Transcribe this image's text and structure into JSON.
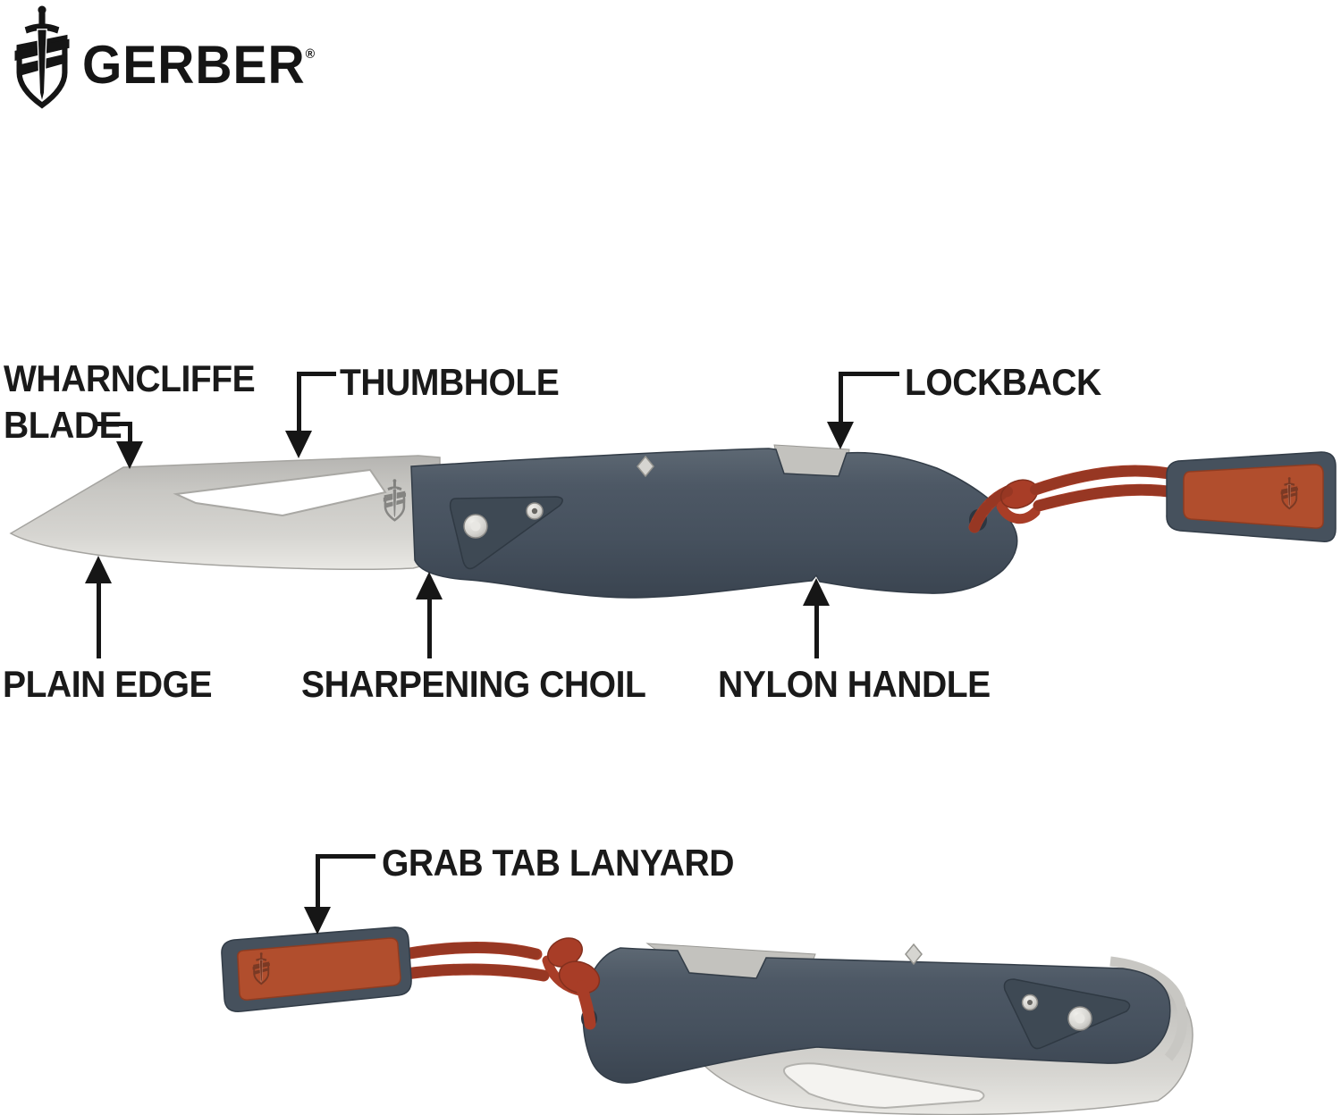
{
  "brand": {
    "name": "GERBER",
    "registered": "®"
  },
  "callouts": {
    "wharncliffe_blade": {
      "line1": "WHARNCLIFFE",
      "line2": "BLADE"
    },
    "thumbhole": "THUMBHOLE",
    "lockback": "LOCKBACK",
    "plain_edge": "PLAIN EDGE",
    "sharpening_choil": "SHARPENING CHOIL",
    "nylon_handle": "NYLON HANDLE",
    "grab_tab_lanyard": "GRAB TAB LANYARD"
  },
  "colors": {
    "background": "#ffffff",
    "label_text": "#1a1a1a",
    "callout_lines": "#161616",
    "handle_nylon": "#47525f",
    "blade_steel": "#cbcac7",
    "lanyard_cord": "#a83d27",
    "grab_tab_rubber": "#b24f2e",
    "logo_black": "#151515"
  }
}
